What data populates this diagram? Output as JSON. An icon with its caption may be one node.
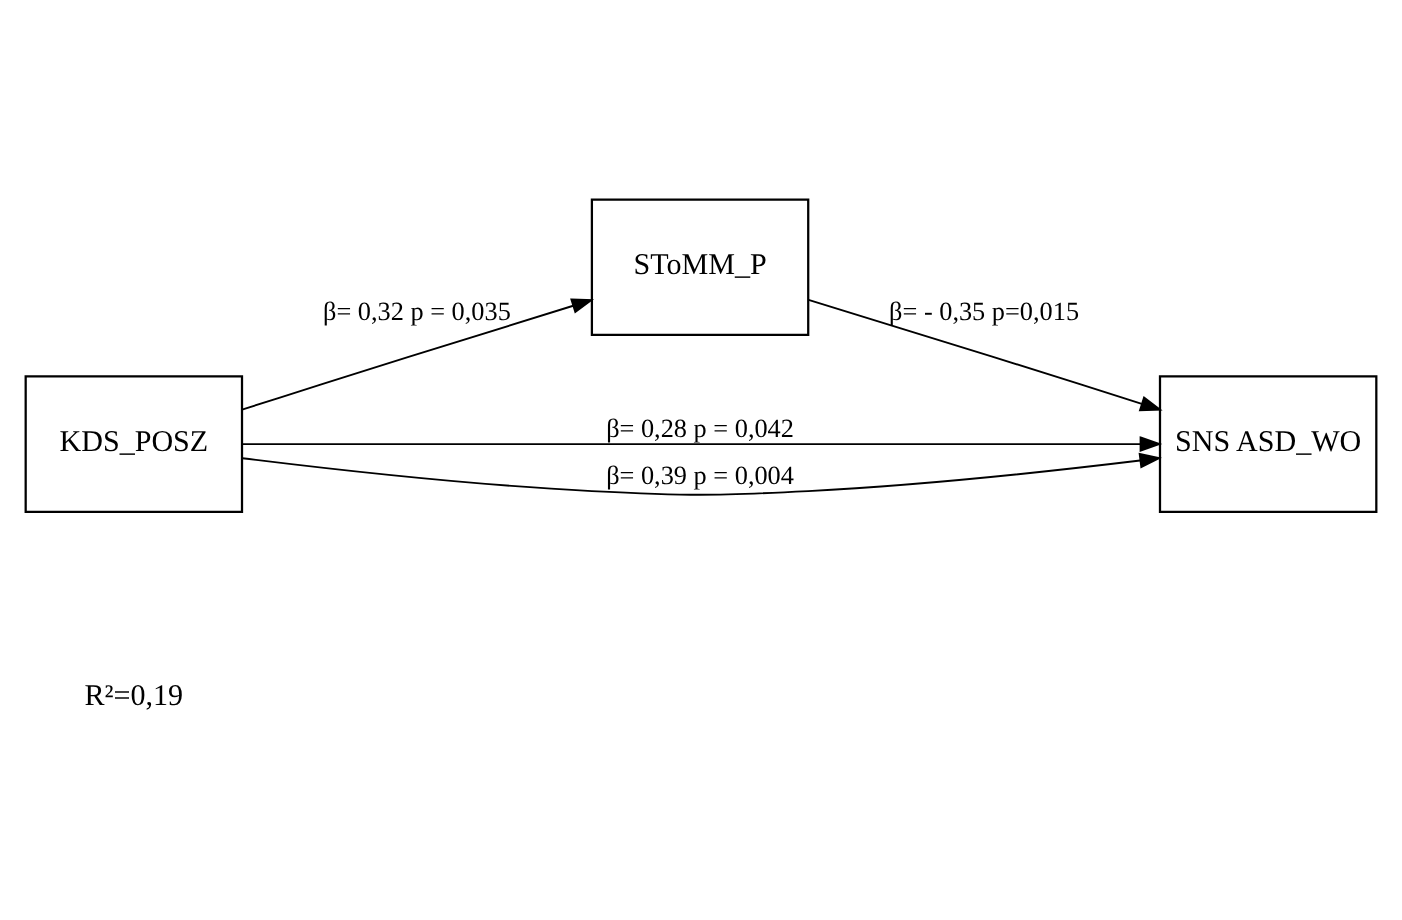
{
  "diagram": {
    "nodes": [
      {
        "text": [
          "SToMM_P"
        ]
      },
      {
        "text": [
          "KDS_POSZ"
        ]
      },
      {
        "text": [
          "SNS ASD_WO"
        ]
      }
    ],
    "edges": [
      {
        "from": 1,
        "to": 0,
        "arrow": "to",
        "label": "β= 0,32 p = 0,035"
      },
      {
        "from": 0,
        "to": 2,
        "arrow": "to",
        "label": "β= - 0,35 p=0,015"
      },
      {
        "from": 1,
        "to": 2,
        "arrow": "to",
        "label": "β= 0,28 p = 0,042"
      },
      {
        "from": 1,
        "to": 2,
        "arrow": "to",
        "label": "β= 0,39 p = 0,004"
      }
    ],
    "labels": [
      "R²=0,19"
    ]
  }
}
